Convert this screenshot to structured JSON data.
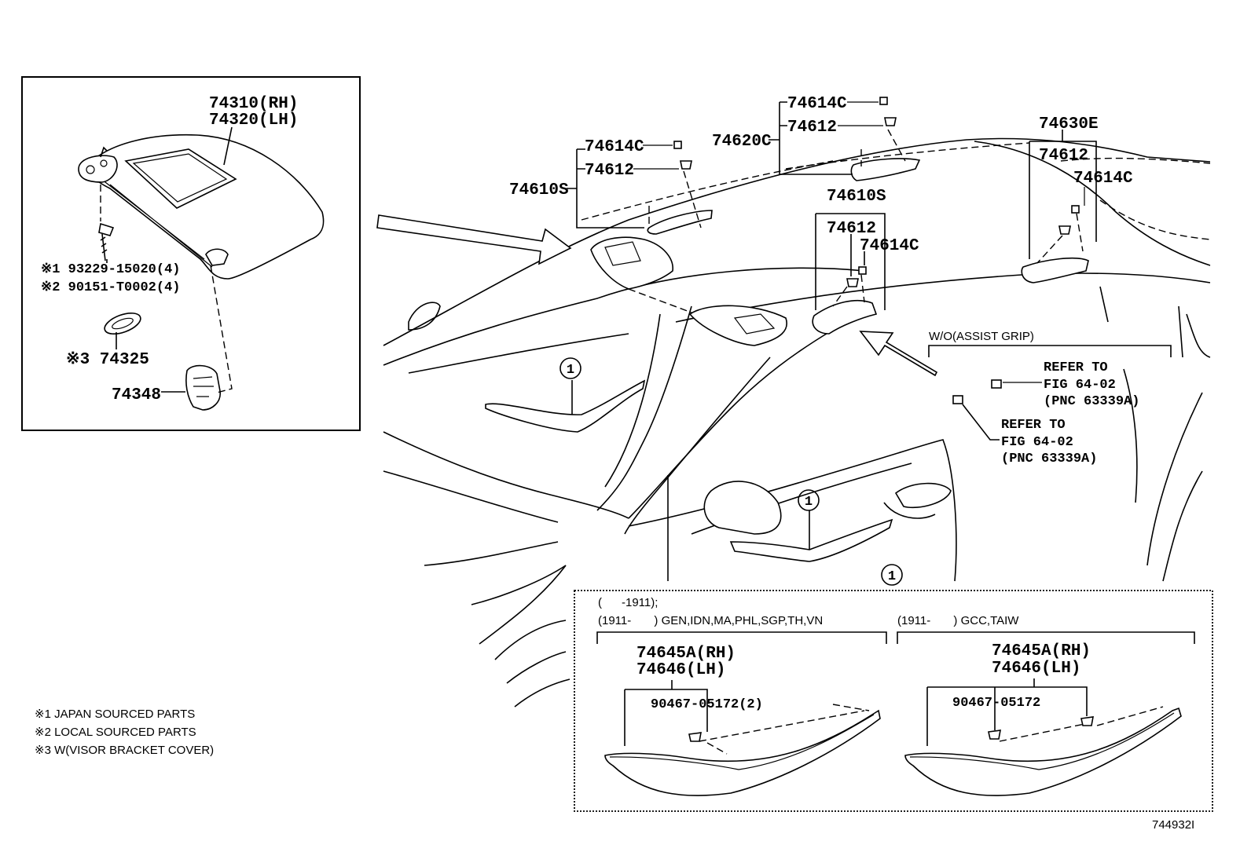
{
  "inset_sun_visor": {
    "visor_rh": "74310(RH)",
    "visor_lh": "74320(LH)",
    "screw_1": "※1 93229-15020(4)",
    "screw_2": "※2 90151-T0002(4)",
    "cover": "※3 74325",
    "holder": "74348"
  },
  "callouts": {
    "visor_assy": "74610S",
    "visor_assy_2": "74610S",
    "clip_a": "74614C",
    "bolt_a": "74612",
    "grip_front": "74620C",
    "clip_b": "74614C",
    "bolt_b": "74612",
    "bolt_c": "74612",
    "clip_c": "74614C",
    "grip_rear": "74630E",
    "bolt_d": "74612",
    "clip_d": "74614C",
    "marker": "1"
  },
  "assist_grip_note": {
    "title": "W/O(ASSIST GRIP)",
    "ref1_line1": "REFER TO",
    "ref1_line2": "FIG 64-02",
    "ref1_line3": "(PNC 63339A)",
    "ref2_line1": "REFER TO",
    "ref2_line2": "FIG 64-02",
    "ref2_line3": "(PNC 63339A)"
  },
  "bottom_box": {
    "range_a": "(      -1911);",
    "range_a2": "(1911-       ) GEN,IDN,MA,PHL,SGP,TH,VN",
    "range_b": "(1911-       ) GCC,TAIW",
    "left_rh": "74645A(RH)",
    "left_lh": "74646(LH)",
    "left_clip": "90467-05172(2)",
    "right_rh": "74645A(RH)",
    "right_lh": "74646(LH)",
    "right_clip": "90467-05172"
  },
  "legend": {
    "note1": "※1  JAPAN SOURCED PARTS",
    "note2": "※2  LOCAL SOURCED PARTS",
    "note3": "※3  W(VISOR BRACKET COVER)"
  },
  "figure_id": "744932I"
}
